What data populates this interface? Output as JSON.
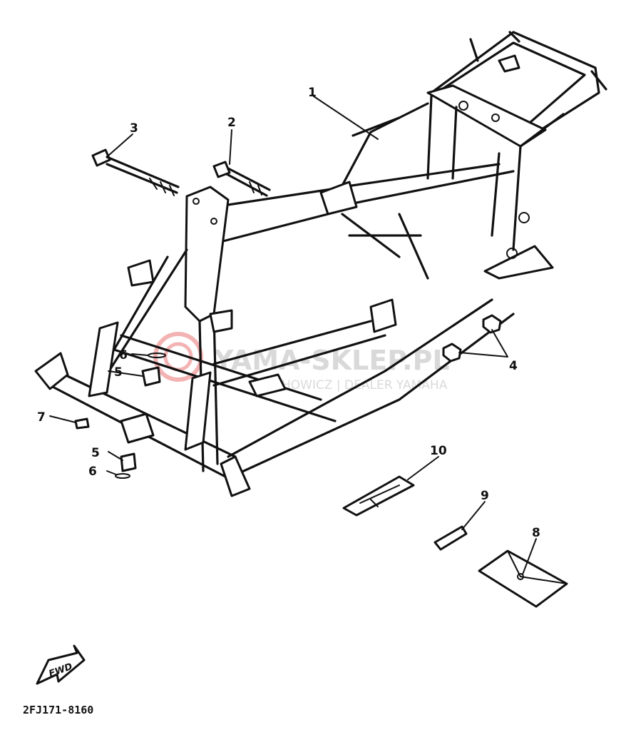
{
  "watermark": {
    "main": "YAMA-SKLEP.PL",
    "sub": "HOWICZ | DEALER YAMAHA",
    "logo_color": "#f3b3b3"
  },
  "callouts": [
    {
      "id": "c1",
      "label": "1"
    },
    {
      "id": "c2",
      "label": "2"
    },
    {
      "id": "c3",
      "label": "3"
    },
    {
      "id": "c4",
      "label": "4"
    },
    {
      "id": "c5a",
      "label": "5"
    },
    {
      "id": "c5b",
      "label": "5"
    },
    {
      "id": "c6a",
      "label": "6"
    },
    {
      "id": "c6b",
      "label": "6"
    },
    {
      "id": "c7",
      "label": "7"
    },
    {
      "id": "c8",
      "label": "8"
    },
    {
      "id": "c9",
      "label": "9"
    },
    {
      "id": "c10",
      "label": "10"
    }
  ],
  "fwd_arrow": {
    "label": "FWD",
    "icon": "forward-arrow-icon"
  },
  "diagram_code": "2FJ171-8160"
}
